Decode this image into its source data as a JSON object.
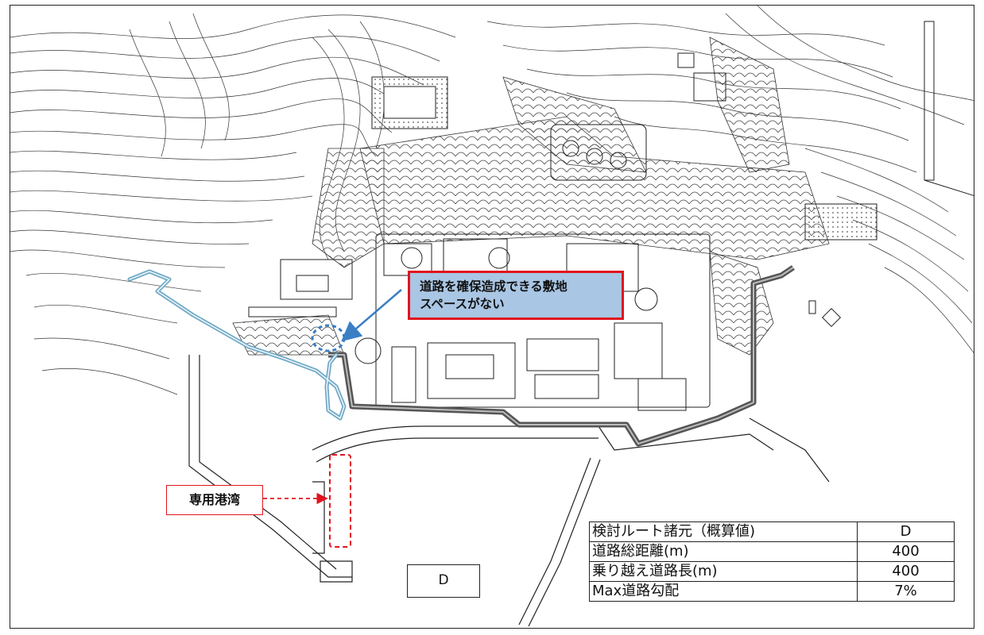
{
  "callout": {
    "line1": "道路を確保造成できる敷地",
    "line2": "スペースがない"
  },
  "port_label": "専用港湾",
  "route_id": "D",
  "spec_table": {
    "header": {
      "label": "検討ルート諸元（概算値)",
      "value": "D"
    },
    "rows": [
      {
        "label": "道路総距離(m)",
        "value": "400"
      },
      {
        "label": "乗り越え道路長(m)",
        "value": "400"
      },
      {
        "label": "Max道路勾配",
        "value": "7%"
      }
    ]
  },
  "colors": {
    "route_line": "#6fa8c4",
    "seawall": "#555555",
    "callout_border": "#e0141e",
    "callout_fill": "#a9c6e4"
  },
  "icons": [
    "leader-arrow",
    "dashed-red-arrow"
  ]
}
